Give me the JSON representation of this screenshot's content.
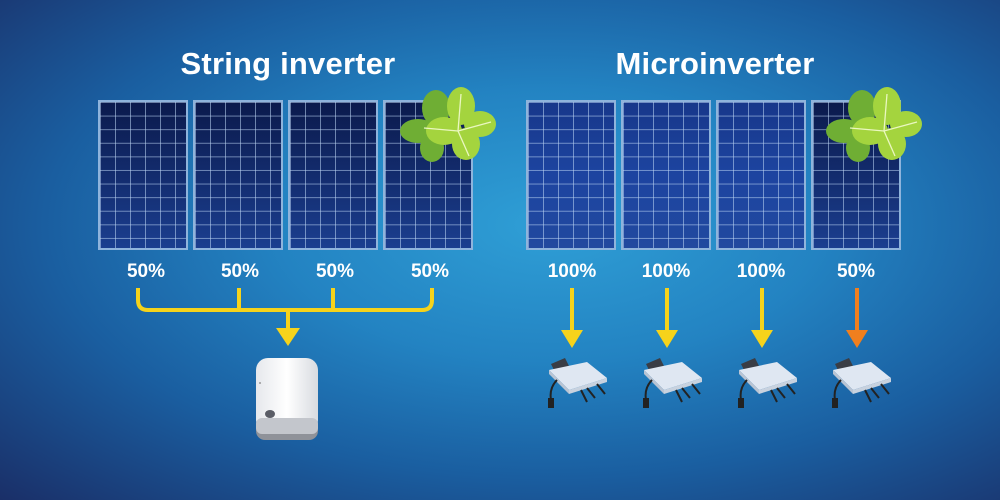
{
  "colors": {
    "background_top": "#2f9fd6",
    "background_bottom": "#1a2f68",
    "panel_cell": "#122a6a",
    "panel_frame": "#8fb4dc",
    "arrow_yellow": "#f6d31b",
    "arrow_orange": "#f07f1e",
    "leaf_green": "#9acd3c",
    "label_text": "#ffffff"
  },
  "string_inverter": {
    "title": "String inverter",
    "panels": [
      {
        "output": "50%",
        "shaded": false
      },
      {
        "output": "50%",
        "shaded": false
      },
      {
        "output": "50%",
        "shaded": false
      },
      {
        "output": "50%",
        "shaded": true
      }
    ],
    "device": "string-inverter-box"
  },
  "microinverter": {
    "title": "Microinverter",
    "panels": [
      {
        "output": "100%",
        "shaded": false,
        "arrow_color": "yellow"
      },
      {
        "output": "100%",
        "shaded": false,
        "arrow_color": "yellow"
      },
      {
        "output": "100%",
        "shaded": false,
        "arrow_color": "yellow"
      },
      {
        "output": "50%",
        "shaded": true,
        "arrow_color": "orange"
      }
    ],
    "device": "microinverter-unit"
  }
}
